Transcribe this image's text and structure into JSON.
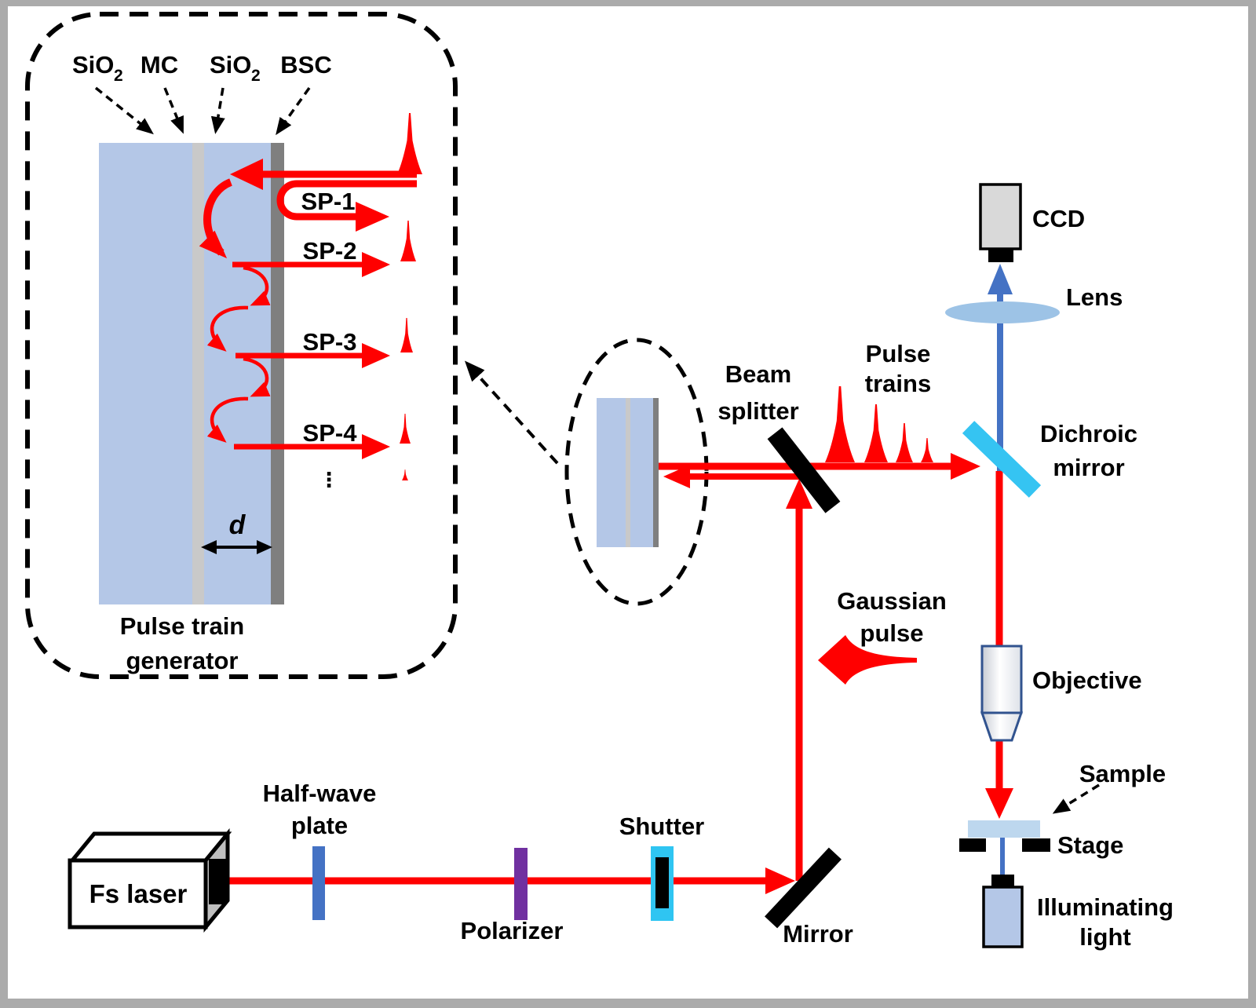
{
  "inset": {
    "layers": {
      "sio2_a": "SiO",
      "sio2_a_sub": "2",
      "mc": "MC",
      "sio2_b": "SiO",
      "sio2_b_sub": "2",
      "bsc": "BSC"
    },
    "sub_pulses": {
      "sp1": "SP-1",
      "sp2": "SP-2",
      "sp3": "SP-3",
      "sp4": "SP-4",
      "more": "⋮"
    },
    "thickness": "d",
    "caption": [
      "Pulse train",
      "generator"
    ]
  },
  "main": {
    "beam_splitter": [
      "Beam",
      "splitter"
    ],
    "pulse_trains": [
      "Pulse",
      "trains"
    ],
    "gaussian_pulse": [
      "Gaussian",
      "pulse"
    ],
    "ccd": "CCD",
    "lens": "Lens",
    "dichroic_mirror": [
      "Dichroic",
      "mirror"
    ],
    "objective": "Objective",
    "sample": "Sample",
    "stage": "Stage",
    "illuminating_light": [
      "Illuminating",
      "light"
    ],
    "fs_laser": "Fs laser",
    "half_wave_plate": [
      "Half-wave",
      "plate"
    ],
    "polarizer": "Polarizer",
    "shutter": "Shutter",
    "mirror": "Mirror"
  },
  "colors": {
    "beam_red": "#FF0000",
    "glass_blue": "#B4C7E7",
    "mc_gray": "#C9C9C9",
    "bsc_gray": "#7F7F7F",
    "signal_blue": "#4472C4",
    "lens_blue": "#9DC3E6",
    "cyan_optic": "#35C4F2",
    "polarizer_purple": "#7030A0",
    "ccd_gray": "#D9D9D9",
    "sample_blue": "#BDD7EE",
    "frame_gray": "#ABABAB"
  }
}
